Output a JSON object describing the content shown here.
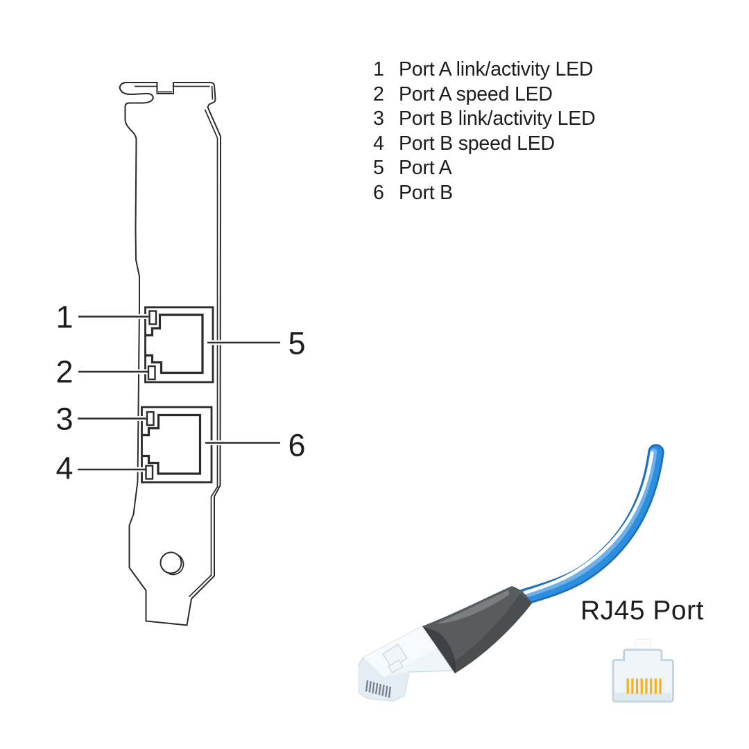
{
  "legend": {
    "items": [
      {
        "number": "1",
        "label": "Port A link/activity LED"
      },
      {
        "number": "2",
        "label": "Port A speed LED"
      },
      {
        "number": "3",
        "label": "Port B link/activity LED"
      },
      {
        "number": "4",
        "label": "Port B speed LED"
      },
      {
        "number": "5",
        "label": "Port A"
      },
      {
        "number": "6",
        "label": "Port B"
      }
    ]
  },
  "caption": {
    "rj45_port_label": "RJ45 Port"
  },
  "colors": {
    "line": "#2b2b2b",
    "background": "#ffffff",
    "cable_dark": "#1b6fbe",
    "cable_blue": "#2e8ede",
    "cable_light": "#6fb0e8",
    "cable_highlight": "#ffffff",
    "boot_gray": "#595c5e",
    "boot_dark": "#313335",
    "boot_light": "#8a8d90",
    "plug_body": "#eff5f9",
    "plug_sheen": "#f7fafc",
    "plug_shade": "#e0ebf2",
    "plug_stroke": "#cddbe5",
    "plug_pins": "#76848e",
    "pin_gold": "#f2b31e",
    "icon_outline": "#c3d5e2",
    "icon_fill": "#eff4f8",
    "icon_fill_dark": "#dde8ef",
    "icon_tab": "#fafcfd",
    "text": "#1c1c1c"
  }
}
